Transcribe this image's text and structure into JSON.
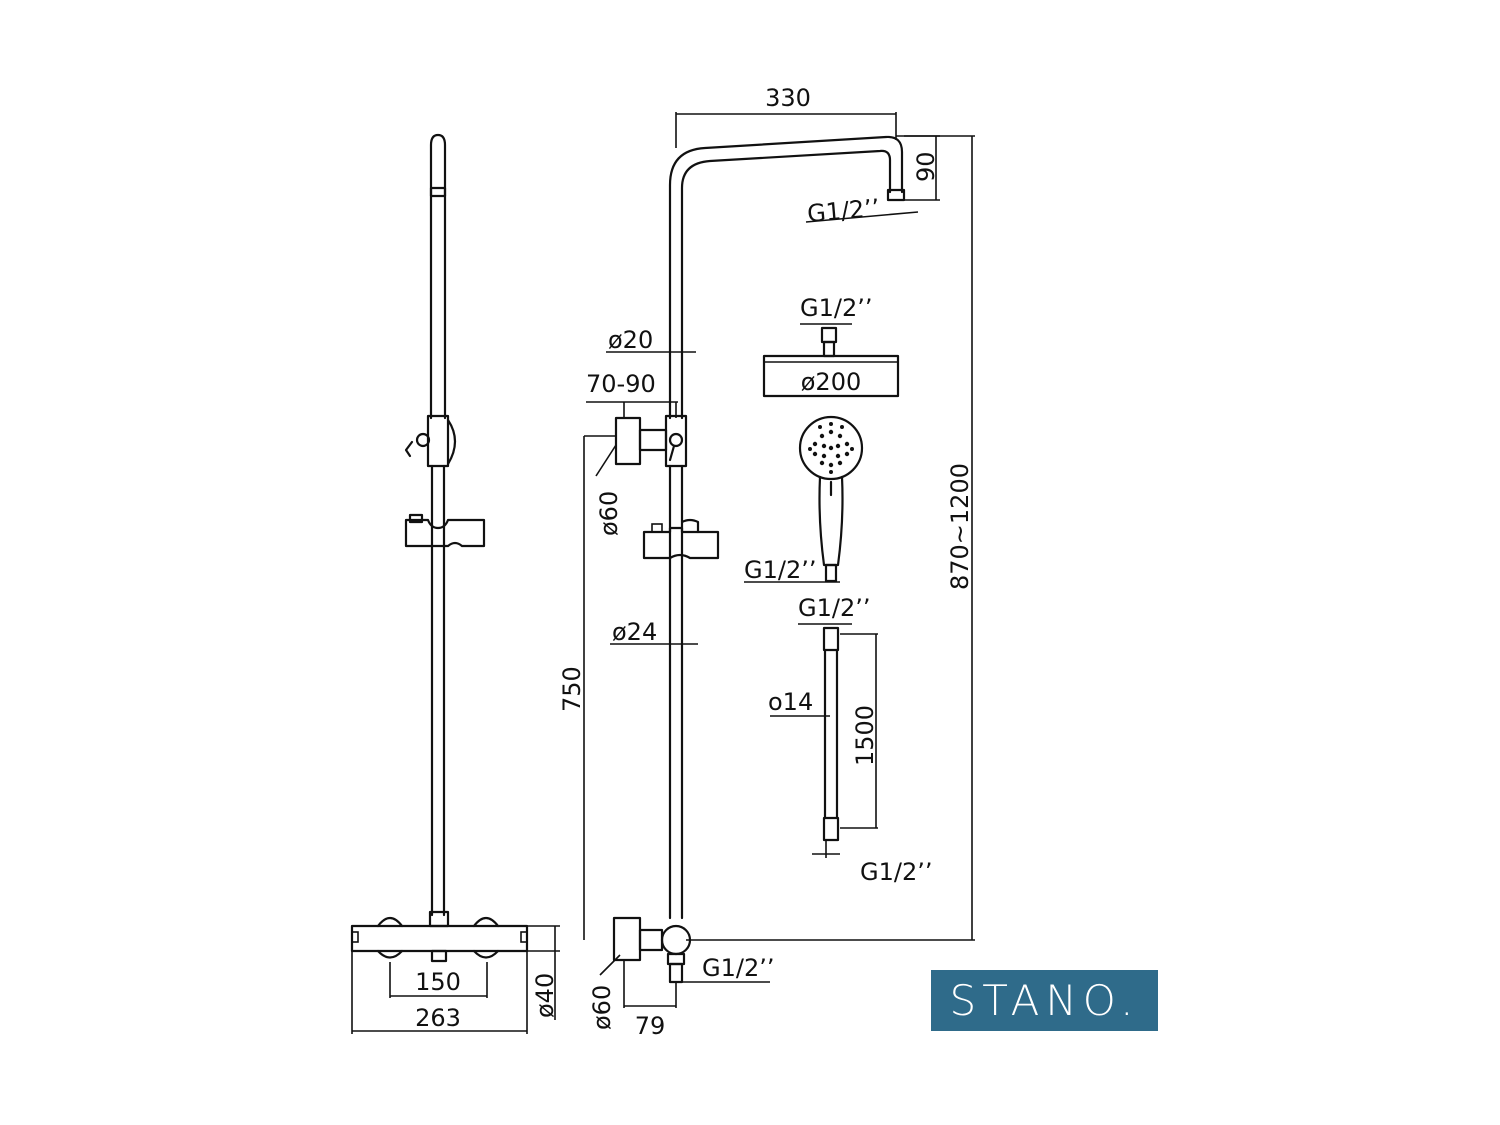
{
  "brand": {
    "name": "STANO.",
    "color": "#2f6b8a"
  },
  "dimensions": {
    "overall_width": "263",
    "valve_spacing": "150",
    "valve_depth": "ø40",
    "arm_length": "330",
    "arm_drop": "90",
    "arm_outlet": "G1/2’’",
    "height_range": "870~1200",
    "rail_diameter": "ø20",
    "bracket_offset": "70-90",
    "bracket_diameter": "ø60",
    "riser_diameter": "ø24",
    "slide_length": "750",
    "bottom_bracket_diameter": "ø60",
    "bottom_offset": "79",
    "inlet_thread": "G1/2’’",
    "headshower_thread": "G1/2’’",
    "headshower_diameter": "ø200",
    "handshower_thread": "G1/2’’",
    "hose_top_thread": "G1/2’’",
    "hose_diameter": "o14",
    "hose_length": "1500",
    "hose_bottom_thread": "G1/2’’"
  }
}
